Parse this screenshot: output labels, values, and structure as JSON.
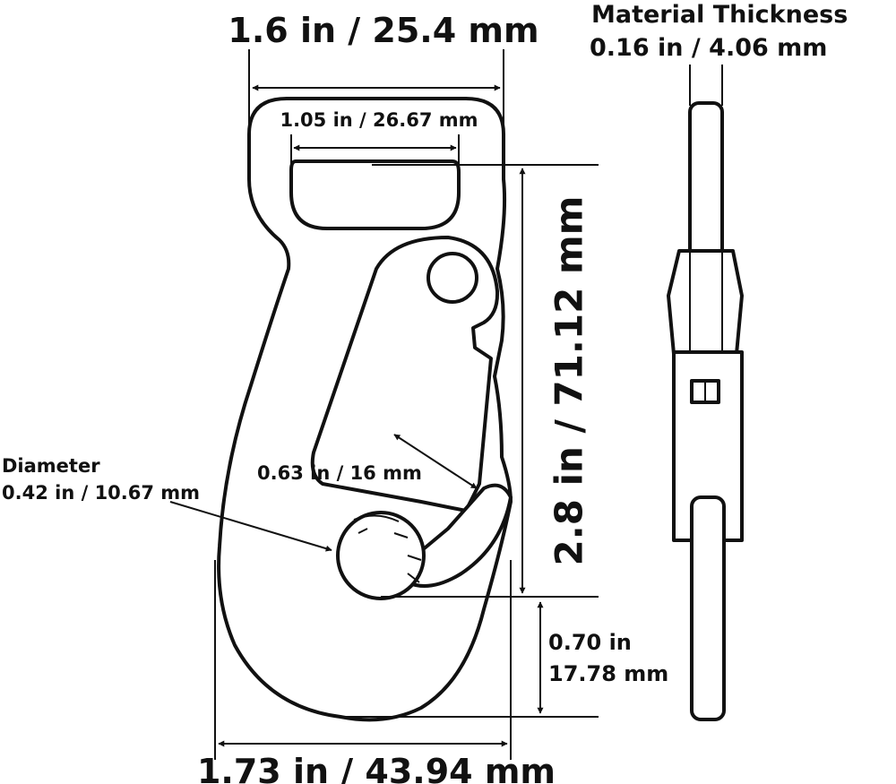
{
  "labels": {
    "overall_width": "1.6 in / 25.4 mm",
    "slot_width": "1.05 in / 26.67 mm",
    "material_thickness_title": "Material Thickness",
    "material_thickness_value": "0.16 in / 4.06 mm",
    "height": "2.8 in / 71.12 mm",
    "gate_opening": "0.63 in / 16 mm",
    "diameter_title": "Diameter",
    "diameter_value": "0.42 in / 10.67 mm",
    "throat_line1": "0.70 in",
    "throat_line2": "17.78 mm",
    "base_width": "1.73 in / 43.94 mm"
  },
  "colors": {
    "ink": "#111111",
    "paper": "#ffffff"
  }
}
